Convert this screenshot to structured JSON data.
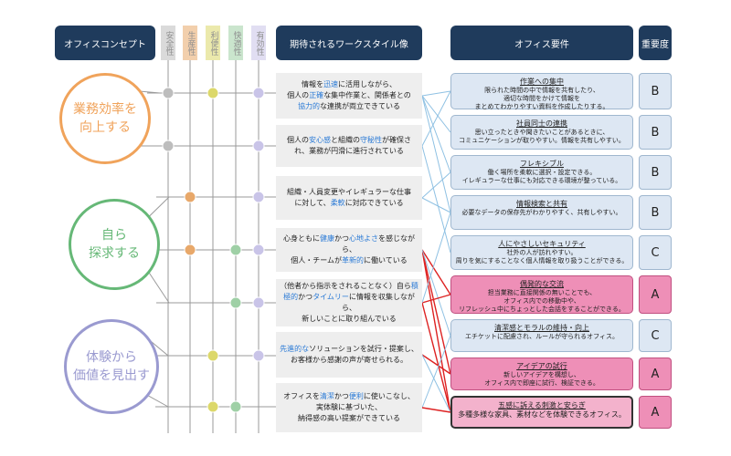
{
  "headers": {
    "concept": "オフィスコンセプト",
    "workstyle": "期待されるワークスタイル像",
    "requirement": "オフィス要件",
    "importance": "重要度"
  },
  "criteria": [
    {
      "label": "安全性",
      "color": "#bdbdbd"
    },
    {
      "label": "生産性",
      "color": "#e8a86a"
    },
    {
      "label": "利便性",
      "color": "#dcd86a"
    },
    {
      "label": "快適性",
      "color": "#9fd0a6"
    },
    {
      "label": "有効性",
      "color": "#c9c4e8"
    }
  ],
  "concepts": [
    {
      "line1": "業務効率を",
      "line2": "向上する",
      "color": "#f0a35b"
    },
    {
      "line1": "自ら",
      "line2": "探求する",
      "color": "#66b877"
    },
    {
      "line1": "体験から",
      "line2": "価値を見出す",
      "color": "#9a9ad0"
    }
  ],
  "workstyles": [
    {
      "lines": [
        [
          [
            "情報を",
            ""
          ],
          [
            "迅速",
            "hl"
          ],
          [
            "に活用しながら、",
            ""
          ]
        ],
        [
          [
            "個人の",
            ""
          ],
          [
            "正確",
            "hl"
          ],
          [
            "な集中作業と、関係者との",
            ""
          ]
        ],
        [
          [
            "協力的",
            "hl"
          ],
          [
            "な連携が両立できている",
            ""
          ]
        ]
      ]
    },
    {
      "lines": [
        [
          [
            "個人の",
            ""
          ],
          [
            "安心感",
            "hl"
          ],
          [
            "と組織の",
            ""
          ],
          [
            "守秘性",
            "hl"
          ],
          [
            "が確保さ",
            ""
          ]
        ],
        [
          [
            "れ、業務が円滑に進行されている",
            ""
          ]
        ]
      ]
    },
    {
      "lines": [
        [
          [
            "組織・人員変更やイレギュラーな仕事",
            ""
          ]
        ],
        [
          [
            "に対して、",
            ""
          ],
          [
            "柔軟",
            "hl"
          ],
          [
            "に対応できている",
            ""
          ]
        ]
      ]
    },
    {
      "lines": [
        [
          [
            "心身ともに",
            ""
          ],
          [
            "健康",
            "hl"
          ],
          [
            "かつ",
            ""
          ],
          [
            "心地よさ",
            "hl"
          ],
          [
            "を感じながら、",
            ""
          ]
        ],
        [
          [
            "個人・チームが",
            ""
          ],
          [
            "革新的",
            "hl"
          ],
          [
            "に働いている",
            ""
          ]
        ]
      ]
    },
    {
      "lines": [
        [
          [
            "（他者から指示をされることなく）自ら",
            ""
          ],
          [
            "積",
            "hl"
          ]
        ],
        [
          [
            "極的",
            "hl"
          ],
          [
            "かつ",
            ""
          ],
          [
            "タイムリー",
            "hl"
          ],
          [
            "に情報を収集しながら、",
            ""
          ]
        ],
        [
          [
            "新しいことに取り組んでいる",
            ""
          ]
        ]
      ]
    },
    {
      "lines": [
        [
          [
            "先進的な",
            "hl"
          ],
          [
            "ソリューションを試行・提案し、",
            ""
          ]
        ],
        [
          [
            "お客様から感謝の声が寄せられる。",
            ""
          ]
        ]
      ]
    },
    {
      "lines": [
        [
          [
            "オフィスを",
            ""
          ],
          [
            "清潔",
            "hl"
          ],
          [
            "かつ",
            ""
          ],
          [
            "便利",
            "hl"
          ],
          [
            "に使いこなし、",
            ""
          ]
        ],
        [
          [
            "実体験に基づいた、",
            ""
          ]
        ],
        [
          [
            "納得感の高い提案ができている",
            ""
          ]
        ]
      ]
    }
  ],
  "requirements": [
    {
      "title": "作業への集中",
      "desc": [
        "限られた時間の中で情報を共有したり、",
        "適切な時間をかけて情報を",
        "まとめてわかりやすい資料を作成したりする。"
      ],
      "importance": "B",
      "style": "blue"
    },
    {
      "title": "社員同士の連携",
      "desc": [
        "思い立ったときや聞きたいことがあるときに、",
        "コミュニケーションが取りやすい。情報を共有しやすい。"
      ],
      "importance": "B",
      "style": "blue"
    },
    {
      "title": "フレキシブル",
      "desc": [
        "働く場所を柔軟に選択・設定できる。",
        "イレギュラーな仕事にも対応できる環境が整っている。"
      ],
      "importance": "B",
      "style": "blue"
    },
    {
      "title": "情報検索と共有",
      "desc": [
        "必要なデータの保存先がわかりやすく、共有しやすい。"
      ],
      "importance": "B",
      "style": "blue"
    },
    {
      "title": "人にやさしいセキュリティ",
      "desc": [
        "社外の人が訪れやすい。",
        "周りを気にすることなく個人情報を取り扱うことができる。"
      ],
      "importance": "C",
      "style": "blue"
    },
    {
      "title": "偶発的な交流",
      "desc": [
        "担当業務に直接関係の無いことでも、",
        "オフィス内での移動中や、",
        "リフレッシュ中にちょっとした会話をすることができる。"
      ],
      "importance": "A",
      "style": "pink"
    },
    {
      "title": "清潔感とモラルの維持・向上",
      "desc": [
        "エチケットに配慮され、ルールが守られるオフィス。"
      ],
      "importance": "C",
      "style": "blue"
    },
    {
      "title": "アイデアの試行",
      "desc": [
        "新しいアイデアを構想し、",
        "オフィス内で即座に試行、検証できる。"
      ],
      "importance": "A",
      "style": "pink"
    },
    {
      "title": "五感に訴える刺激と安らぎ",
      "desc": [
        "多種多様な家具、素材などを体験できるオフィス。"
      ],
      "importance": "A",
      "style": "pinkbold"
    }
  ]
}
